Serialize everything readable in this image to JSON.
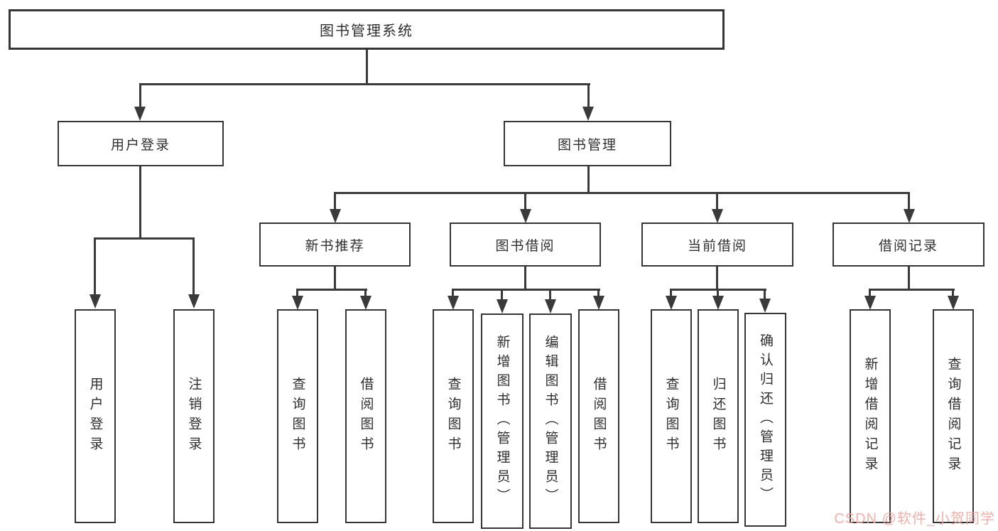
{
  "diagram": {
    "root": {
      "label": "图书管理系统"
    },
    "level2": [
      {
        "label": "用户登录",
        "children": [
          {
            "label": "用户登录"
          },
          {
            "label": "注销登录"
          }
        ]
      },
      {
        "label": "图书管理",
        "children": [
          {
            "label": "新书推荐",
            "children": [
              {
                "label": "查询图书"
              },
              {
                "label": "借阅图书"
              }
            ]
          },
          {
            "label": "图书借阅",
            "children": [
              {
                "label": "查询图书"
              },
              {
                "label": "新增图书（管理员）"
              },
              {
                "label": "编辑图书（管理员）"
              },
              {
                "label": "借阅图书"
              }
            ]
          },
          {
            "label": "当前借阅",
            "children": [
              {
                "label": "查询图书"
              },
              {
                "label": "归还图书"
              },
              {
                "label": "确认归还（管理员）"
              }
            ]
          },
          {
            "label": "借阅记录",
            "children": [
              {
                "label": "新增借阅记录"
              },
              {
                "label": "查询借阅记录"
              }
            ]
          }
        ]
      }
    ]
  },
  "watermark": {
    "text": "CSDN @软件_小贺同学",
    "color": "#f2a9a2"
  },
  "colors": {
    "line": "#3a3a3a",
    "box_border": "#353535",
    "text": "#2f2f2f",
    "background": "#ffffff"
  }
}
